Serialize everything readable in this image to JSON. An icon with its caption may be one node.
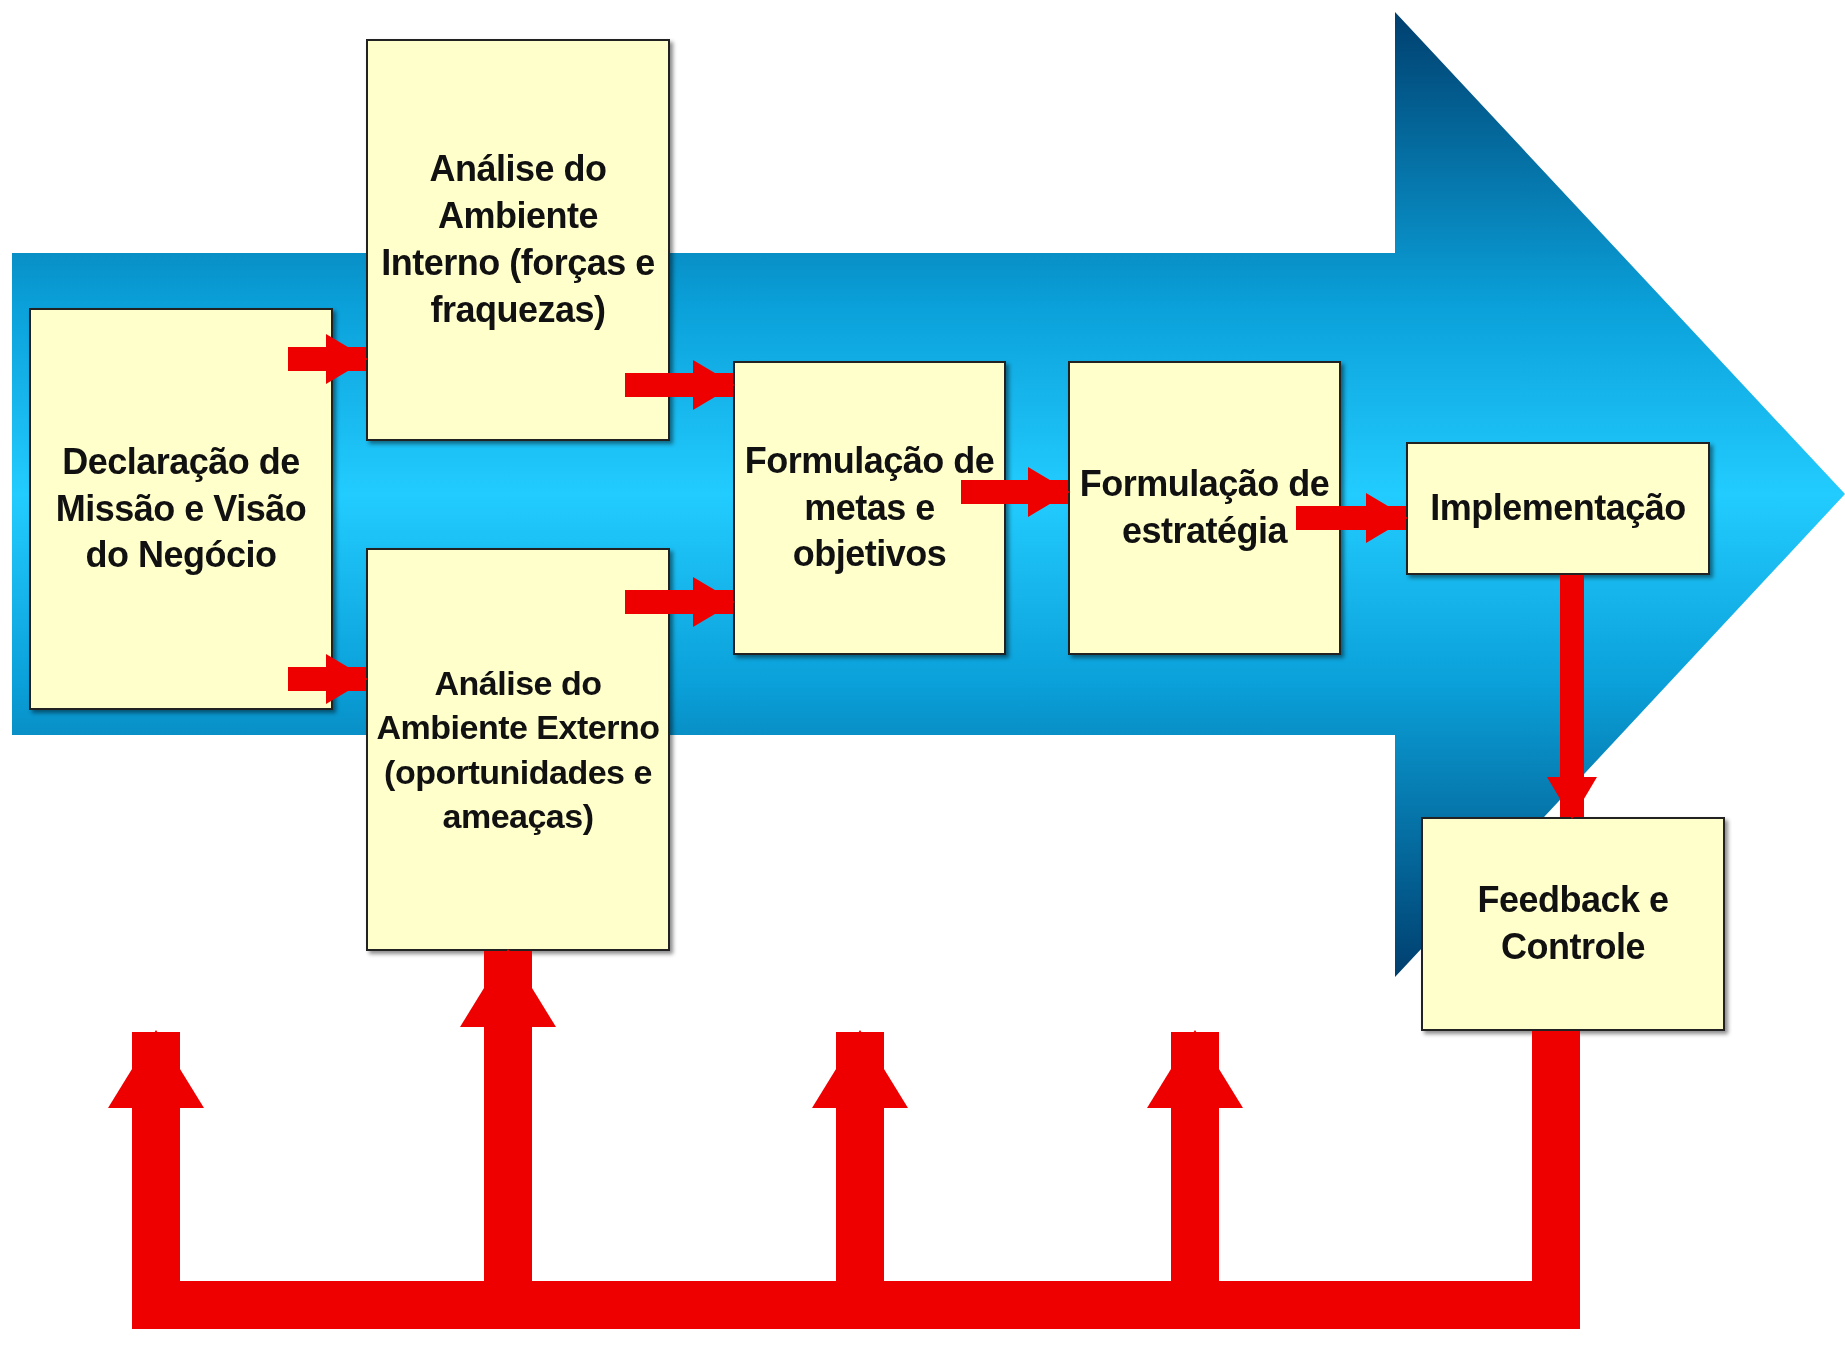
{
  "diagram": {
    "nodes": [
      {
        "text": [
          "Declaração de Missão e Visão do Negócio"
        ]
      },
      {
        "text": [
          "Análise do Ambiente Interno (forças e fraquezas)"
        ]
      },
      {
        "text": [
          "Análise do Ambiente Externo (oportunidades e ameaças)"
        ]
      },
      {
        "text": [
          "Formulação de metas e objetivos"
        ]
      },
      {
        "text": [
          "Formulação de estratégia"
        ]
      },
      {
        "text": [
          "Implementação"
        ]
      },
      {
        "text": [
          "Feedback e Controle"
        ]
      }
    ],
    "edges": [
      {
        "from": 0,
        "to": 1,
        "arrow": "to"
      },
      {
        "from": 0,
        "to": 2,
        "arrow": "to"
      },
      {
        "from": 1,
        "to": 3,
        "arrow": "to"
      },
      {
        "from": 2,
        "to": 3,
        "arrow": "to"
      },
      {
        "from": 3,
        "to": 4,
        "arrow": "to"
      },
      {
        "from": 4,
        "to": 5,
        "arrow": "to"
      },
      {
        "from": 5,
        "to": 6,
        "arrow": "to"
      },
      {
        "from": 6,
        "to": null,
        "arrow": "to",
        "style": "thick"
      },
      {
        "from": 6,
        "to": 2,
        "arrow": "to",
        "style": "thick"
      },
      {
        "from": 6,
        "to": null,
        "arrow": "to",
        "style": "thick"
      },
      {
        "from": 6,
        "to": null,
        "arrow": "to",
        "style": "thick"
      }
    ]
  }
}
